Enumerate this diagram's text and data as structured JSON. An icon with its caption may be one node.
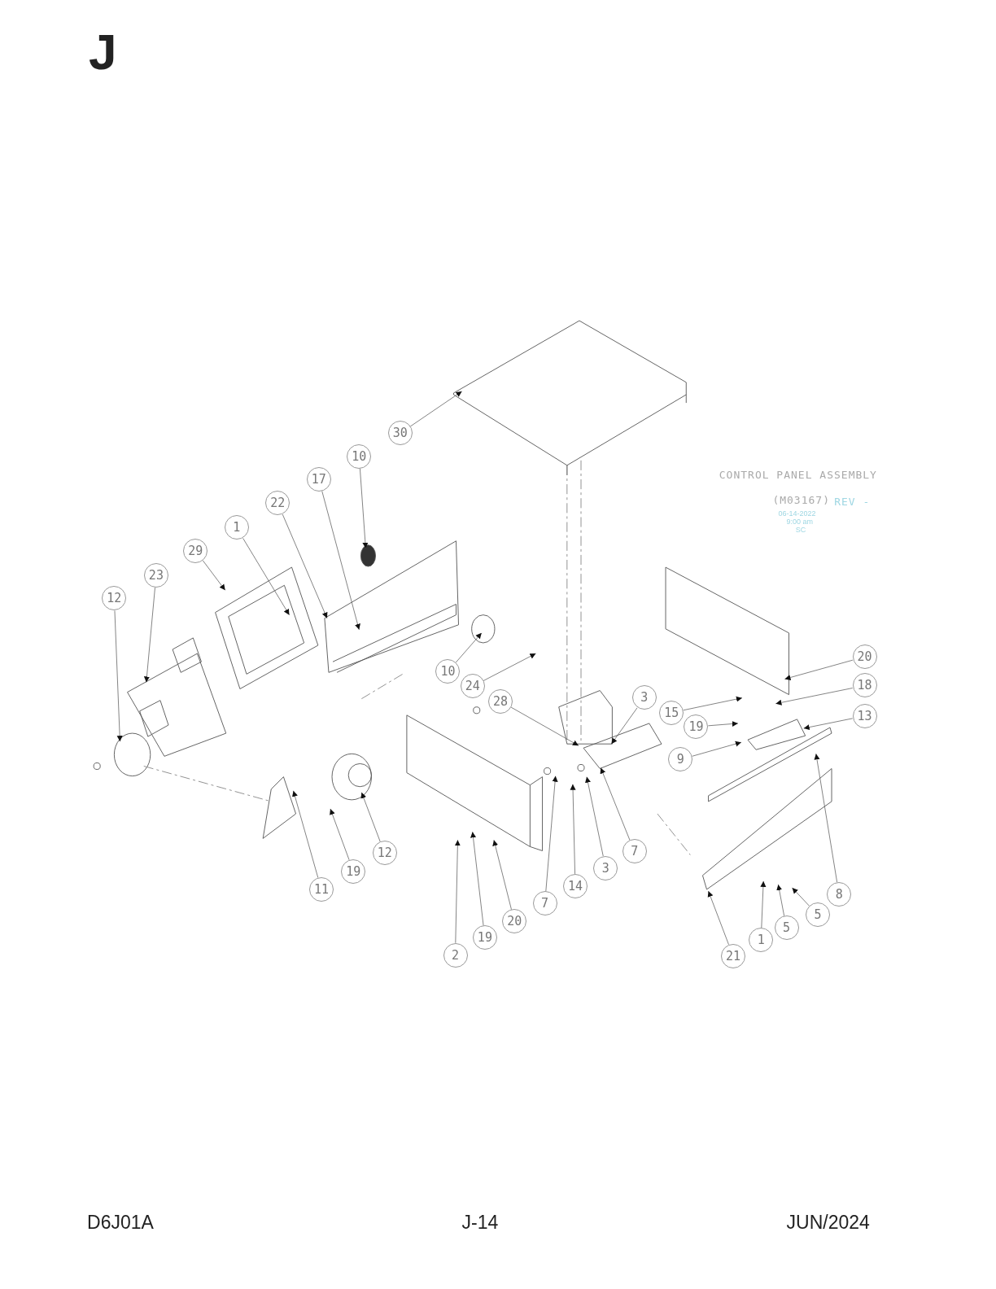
{
  "diagram": {
    "nodes": [
      {
        "text": [
          "30"
        ]
      },
      {
        "text": [
          "10"
        ]
      },
      {
        "text": [
          "17"
        ]
      },
      {
        "text": [
          "22"
        ]
      },
      {
        "text": [
          "1"
        ]
      },
      {
        "text": [
          "29"
        ]
      },
      {
        "text": [
          "23"
        ]
      },
      {
        "text": [
          "12"
        ]
      },
      {
        "text": [
          "20"
        ]
      },
      {
        "text": [
          "10"
        ]
      },
      {
        "text": [
          "24"
        ]
      },
      {
        "text": [
          "18"
        ]
      },
      {
        "text": [
          "3"
        ]
      },
      {
        "text": [
          "28"
        ]
      },
      {
        "text": [
          "15"
        ]
      },
      {
        "text": [
          "13"
        ]
      },
      {
        "text": [
          "19"
        ]
      },
      {
        "text": [
          "9"
        ]
      },
      {
        "text": [
          "7"
        ]
      },
      {
        "text": [
          "12"
        ]
      },
      {
        "text": [
          "3"
        ]
      },
      {
        "text": [
          "19"
        ]
      },
      {
        "text": [
          "14"
        ]
      },
      {
        "text": [
          "11"
        ]
      },
      {
        "text": [
          "8"
        ]
      },
      {
        "text": [
          "7"
        ]
      },
      {
        "text": [
          "5"
        ]
      },
      {
        "text": [
          "20"
        ]
      },
      {
        "text": [
          "1"
        ]
      },
      {
        "text": [
          "5"
        ]
      },
      {
        "text": [
          "19"
        ]
      },
      {
        "text": [
          "2"
        ]
      },
      {
        "text": [
          "21"
        ]
      }
    ],
    "edges": [
      {
        "from": 0,
        "to": null,
        "arrow": "to"
      },
      {
        "from": 1,
        "to": null,
        "arrow": "to"
      },
      {
        "from": 2,
        "to": null,
        "arrow": "to"
      },
      {
        "from": 3,
        "to": null,
        "arrow": "to"
      },
      {
        "from": 4,
        "to": null,
        "arrow": "to"
      },
      {
        "from": 5,
        "to": null,
        "arrow": "to"
      },
      {
        "from": 6,
        "to": null,
        "arrow": "to"
      },
      {
        "from": 7,
        "to": null,
        "arrow": "to"
      },
      {
        "from": 8,
        "to": null,
        "arrow": "to"
      },
      {
        "from": 9,
        "to": null,
        "arrow": "to"
      },
      {
        "from": 10,
        "to": null,
        "arrow": "to"
      },
      {
        "from": 11,
        "to": null,
        "arrow": "to"
      },
      {
        "from": 12,
        "to": null,
        "arrow": "to"
      },
      {
        "from": 13,
        "to": null,
        "arrow": "to"
      },
      {
        "from": 14,
        "to": null,
        "arrow": "to"
      },
      {
        "from": 15,
        "to": null,
        "arrow": "to"
      },
      {
        "from": 16,
        "to": null,
        "arrow": "to"
      },
      {
        "from": 17,
        "to": null,
        "arrow": "to"
      },
      {
        "from": 18,
        "to": null,
        "arrow": "to"
      },
      {
        "from": 19,
        "to": null,
        "arrow": "to"
      },
      {
        "from": 20,
        "to": null,
        "arrow": "to"
      },
      {
        "from": 21,
        "to": null,
        "arrow": "to"
      },
      {
        "from": 22,
        "to": null,
        "arrow": "to"
      },
      {
        "from": 23,
        "to": null,
        "arrow": "to"
      },
      {
        "from": 24,
        "to": null,
        "arrow": "to"
      },
      {
        "from": 25,
        "to": null,
        "arrow": "to"
      },
      {
        "from": 26,
        "to": null,
        "arrow": "to"
      },
      {
        "from": 27,
        "to": null,
        "arrow": "to"
      },
      {
        "from": 28,
        "to": null,
        "arrow": "to"
      },
      {
        "from": 29,
        "to": null,
        "arrow": "to"
      },
      {
        "from": 30,
        "to": null,
        "arrow": "to"
      },
      {
        "from": 31,
        "to": null,
        "arrow": "to"
      },
      {
        "from": 32,
        "to": null,
        "arrow": "to"
      }
    ],
    "labels": [
      "J",
      "CONTROL PANEL ASSEMBLY",
      "(M03167)",
      "REV -",
      "06-14-2022",
      "9:00 am",
      "SC",
      "D6J01A",
      "J-14",
      "JUN/2024"
    ]
  }
}
